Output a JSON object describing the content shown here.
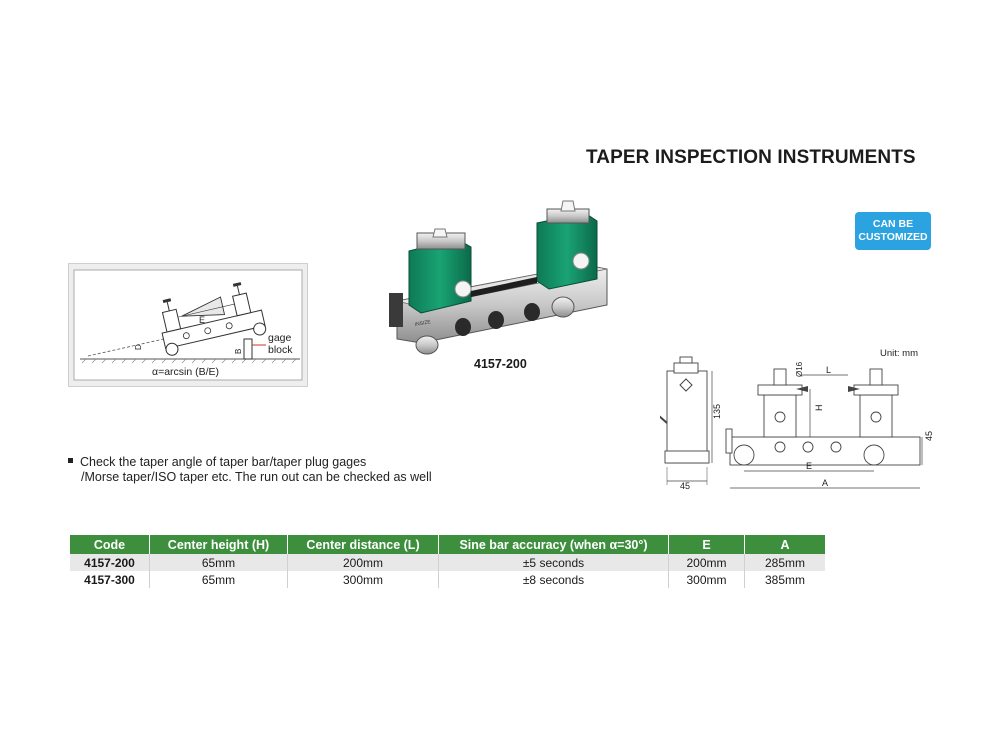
{
  "title": "TAPER INSPECTION INSTRUMENTS",
  "badge": {
    "line1": "CAN BE",
    "line2": "CUSTOMIZED",
    "color": "#2aa3e0"
  },
  "product_image": {
    "code": "4157-200",
    "engraving": "INSIZE"
  },
  "sine_diagram": {
    "label_e": "E",
    "label_d": "D",
    "label_b": "B",
    "gage_block_line1": "gage",
    "gage_block_line2": "block",
    "formula": "α=arcsin (B/E)"
  },
  "dim_drawing": {
    "unit": "Unit: mm",
    "dim_135": "135",
    "dim_45_bottom": "45",
    "dim_45_side": "45",
    "dim_diameter": "Ø16",
    "dim_l": "L",
    "dim_h": "H",
    "dim_e": "E",
    "dim_a": "A"
  },
  "description": {
    "line1": "Check the taper angle of taper bar/taper plug gages",
    "line2": "/Morse taper/ISO taper etc. The run out can be checked as well"
  },
  "table": {
    "header_color": "#3d8f3d",
    "headers": [
      "Code",
      "Center height (H)",
      "Center distance (L)",
      "Sine bar accuracy (when α=30°)",
      "E",
      "A"
    ],
    "rows": [
      [
        "4157-200",
        "65mm",
        "200mm",
        "±5 seconds",
        "200mm",
        "285mm"
      ],
      [
        "4157-300",
        "65mm",
        "300mm",
        "±8 seconds",
        "300mm",
        "385mm"
      ]
    ]
  }
}
